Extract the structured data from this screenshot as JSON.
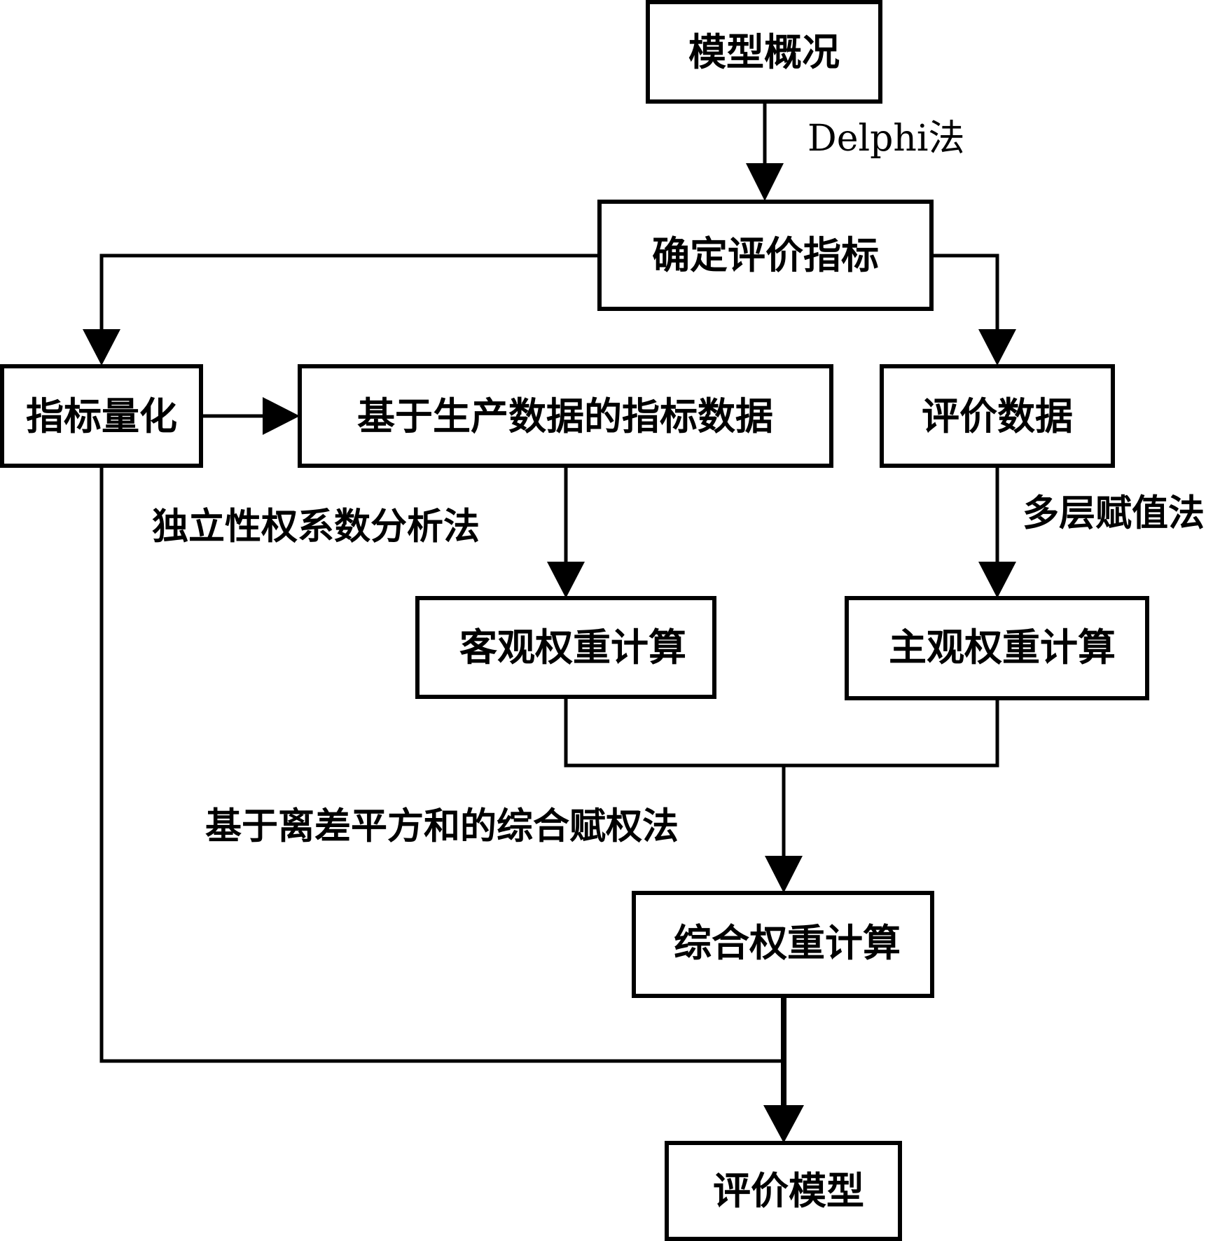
{
  "diagram": {
    "type": "flowchart",
    "nodes": {
      "overview": "模型概况",
      "determine_indicators": "确定评价指标",
      "indicator_quantification": "指标量化",
      "production_indicator_data": "基于生产数据的指标数据",
      "evaluation_data": "评价数据",
      "objective_weight": "客观权重计算",
      "subjective_weight": "主观权重计算",
      "combined_weight": "综合权重计算",
      "evaluation_model": "评价模型"
    },
    "edge_labels": {
      "delphi": "Delphi法",
      "independence_coefficient": "独立性权系数分析法",
      "multilayer_assignment": "多层赋值法",
      "deviation_square_sum": "基于离差平方和的综合赋权法"
    },
    "edges": [
      {
        "from": "overview",
        "to": "determine_indicators",
        "label": "delphi"
      },
      {
        "from": "determine_indicators",
        "to": "indicator_quantification"
      },
      {
        "from": "determine_indicators",
        "to": "evaluation_data"
      },
      {
        "from": "indicator_quantification",
        "to": "production_indicator_data"
      },
      {
        "from": "production_indicator_data",
        "to": "objective_weight",
        "label": "independence_coefficient"
      },
      {
        "from": "evaluation_data",
        "to": "subjective_weight",
        "label": "multilayer_assignment"
      },
      {
        "from": "objective_weight",
        "to": "combined_weight",
        "label": "deviation_square_sum"
      },
      {
        "from": "subjective_weight",
        "to": "combined_weight",
        "label": "deviation_square_sum"
      },
      {
        "from": "combined_weight",
        "to": "evaluation_model"
      },
      {
        "from": "indicator_quantification",
        "to": "evaluation_model"
      }
    ]
  }
}
